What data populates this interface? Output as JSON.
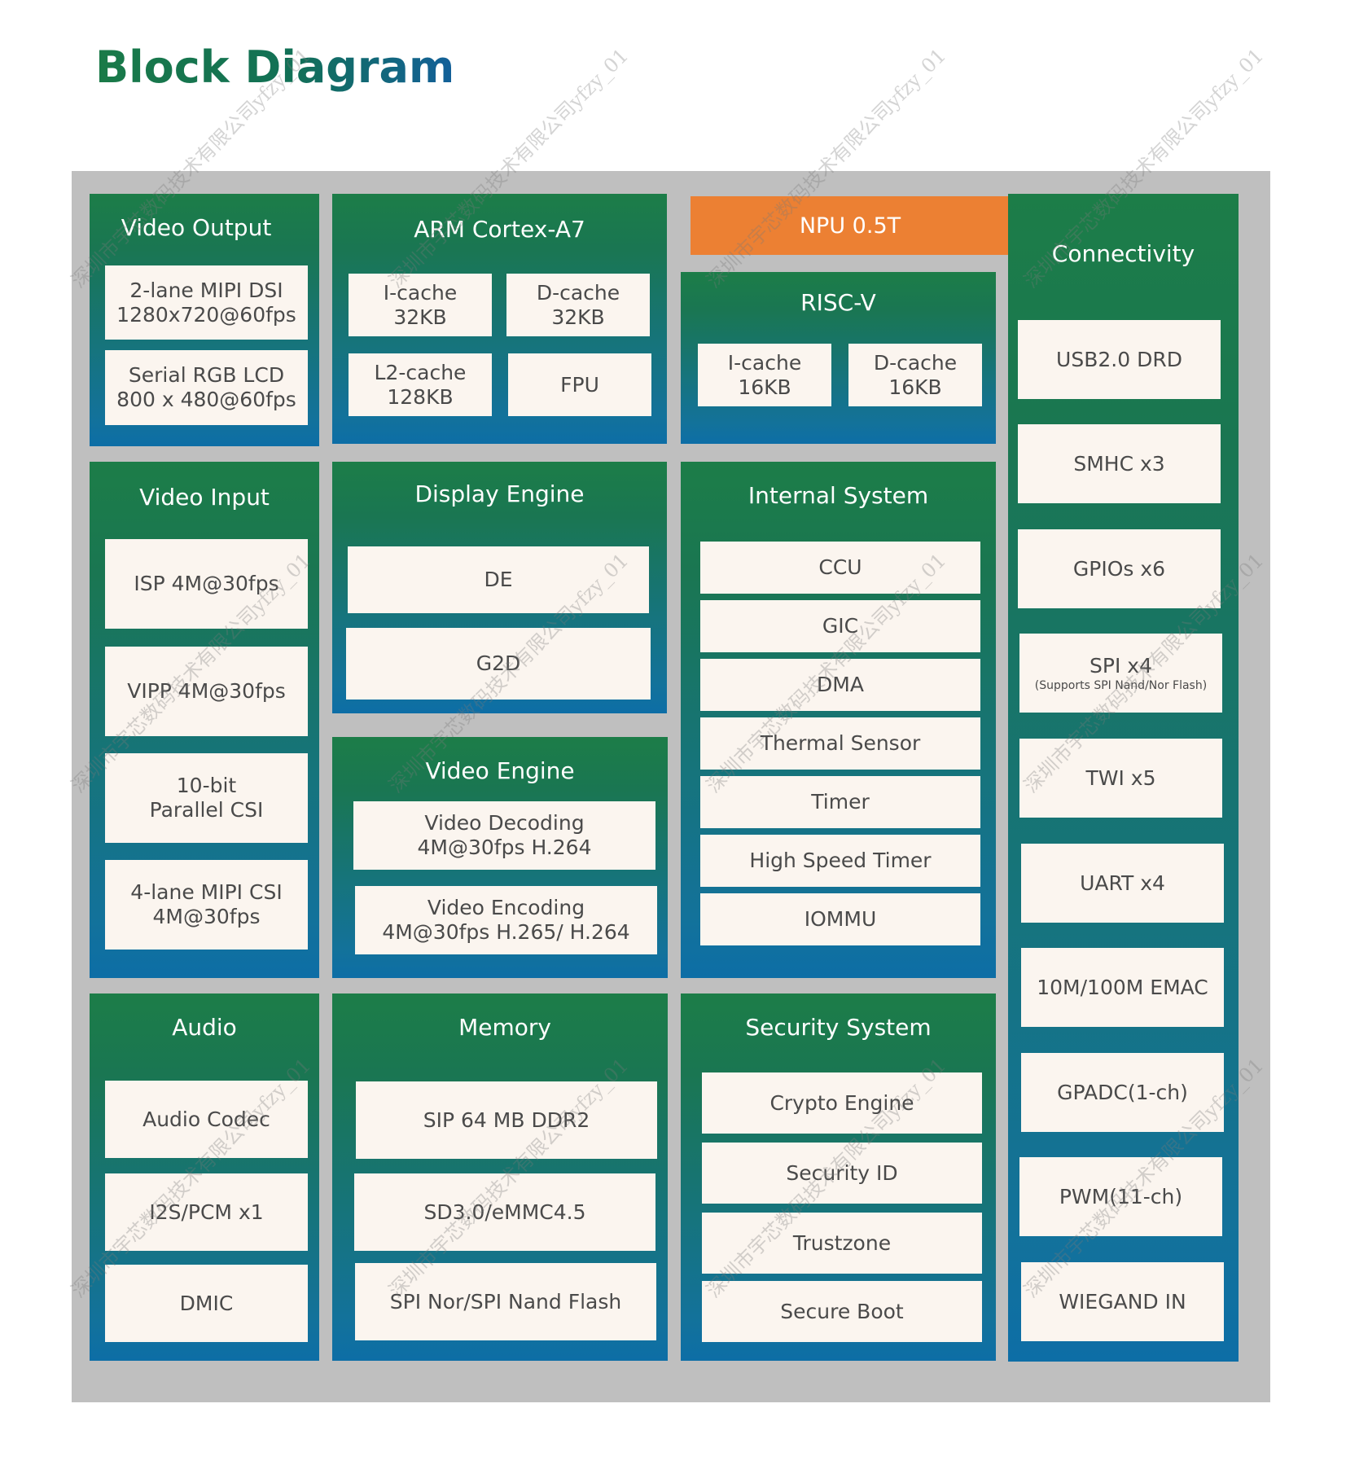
{
  "title": "Block Diagram",
  "watermark": "深圳市宇芯数码技术有限公司yfzy_01",
  "colors": {
    "title_start": "#1a7a48",
    "title_end": "#13609a",
    "block_top": "#1c7d48",
    "block_bottom": "#0d6ea6",
    "item_bg": "#fbf5ef",
    "npu": "#ec8033",
    "board_bg": "#bfbfbf"
  },
  "npu": "NPU 0.5T",
  "blocks": {
    "video_output": {
      "title": "Video Output",
      "items": [
        "2-lane MIPI DSI\n1280x720@60fps",
        "Serial RGB LCD\n800 x 480@60fps"
      ]
    },
    "arm": {
      "title": "ARM Cortex-A7",
      "items": [
        "I-cache\n32KB",
        "D-cache\n32KB",
        "L2-cache\n128KB",
        "FPU"
      ]
    },
    "riscv": {
      "title": "RISC-V",
      "items": [
        "I-cache\n16KB",
        "D-cache\n16KB"
      ]
    },
    "connectivity": {
      "title": "Connectivity",
      "items": [
        "USB2.0 DRD",
        "SMHC x3",
        "GPIOs x6",
        "SPI x4",
        "TWI x5",
        "UART x4",
        "10M/100M EMAC",
        "GPADC(1-ch)",
        "PWM(11-ch)",
        "WIEGAND IN"
      ],
      "spi_note": "(Supports SPI Nand/Nor Flash)"
    },
    "video_input": {
      "title": "Video Input",
      "items": [
        "ISP 4M@30fps",
        "VIPP 4M@30fps",
        "10-bit\nParallel CSI",
        "4-lane MIPI CSI\n4M@30fps"
      ]
    },
    "display_engine": {
      "title": "Display Engine",
      "items": [
        "DE",
        "G2D"
      ]
    },
    "video_engine": {
      "title": "Video Engine",
      "items": [
        "Video Decoding\n4M@30fps H.264",
        "Video Encoding\n4M@30fps H.265/ H.264"
      ]
    },
    "internal_system": {
      "title": "Internal System",
      "items": [
        "CCU",
        "GIC",
        "DMA",
        "Thermal Sensor",
        "Timer",
        "High Speed Timer",
        "IOMMU"
      ]
    },
    "audio": {
      "title": "Audio",
      "items": [
        "Audio Codec",
        "I2S/PCM x1",
        "DMIC"
      ]
    },
    "memory": {
      "title": "Memory",
      "items": [
        "SIP 64 MB DDR2",
        "SD3.0/eMMC4.5",
        "SPI Nor/SPI Nand Flash"
      ]
    },
    "security_system": {
      "title": "Security System",
      "items": [
        "Crypto Engine",
        "Security ID",
        "Trustzone",
        "Secure Boot"
      ]
    }
  }
}
